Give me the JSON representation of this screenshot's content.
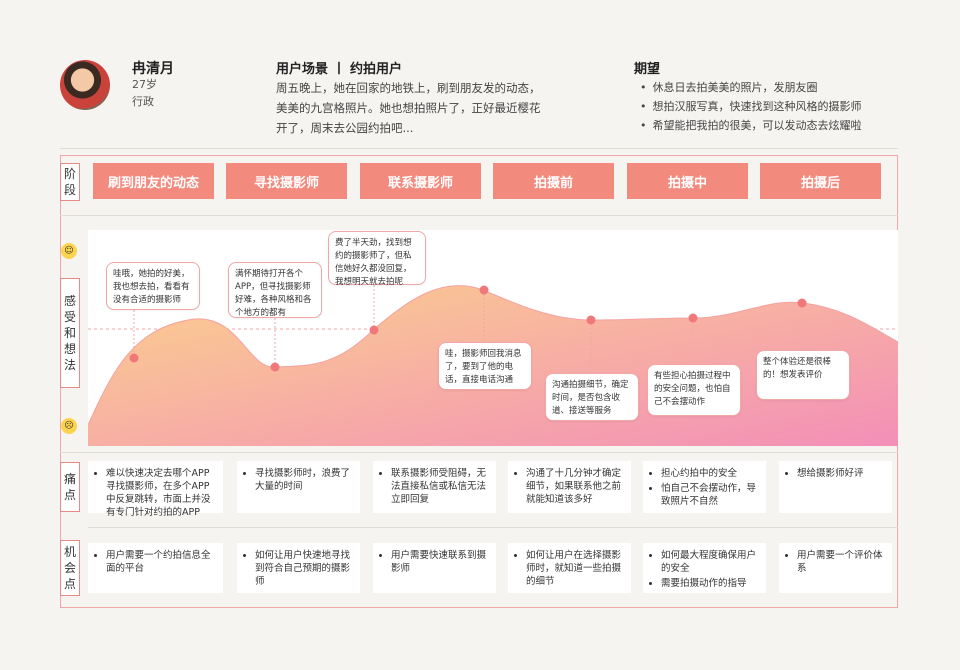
{
  "persona": {
    "name": "冉清月",
    "age": "27岁",
    "job": "行政"
  },
  "scenario": {
    "title": "用户场景 丨 约拍用户",
    "text": "周五晚上，她在回家的地铁上，刷到朋友发的动态，美美的九宫格照片。她也想拍照片了，正好最近樱花开了，周末去公园约拍吧..."
  },
  "expectations": {
    "title": "期望",
    "items": [
      "休息日去拍美美的照片，发朋友圈",
      "想拍汉服写真，快速找到这种风格的摄影师",
      "希望能把我拍的很美，可以发动态去炫耀啦"
    ]
  },
  "row_labels": {
    "stage": "阶段",
    "feeling": "感受和想法",
    "pain": "痛点",
    "opportunity": "机会点"
  },
  "stages": [
    "刷到朋友的动态",
    "寻找摄影师",
    "联系摄影师",
    "拍摄前",
    "拍摄中",
    "拍摄后"
  ],
  "feelings": [
    "哇哦，她拍的好美，我也想去拍，看看有没有合适的摄影师",
    "满怀期待打开各个APP，但寻找摄影师好难，各种风格和各个地方的都有",
    "费了半天劲，找到想约的摄影师了，但私信她好久都没回复，我想明天就去拍呢",
    "哇，摄影师回我消息了，要到了他的电话，直接电话沟通",
    "沟通拍摄细节，确定时间，是否包含收道、接送等服务",
    "有些担心拍摄过程中的安全问题，也怕自己不会摆动作",
    "整个体验还是很棒的！想发表评价"
  ],
  "pain_points": [
    [
      "难以快速决定去哪个APP寻找摄影师，在多个APP中反复跳转，市面上并没有专门针对约拍的APP"
    ],
    [
      "寻找摄影师时，浪费了大量的时间"
    ],
    [
      "联系摄影师受阻碍，无法直接私信或私信无法立即回复"
    ],
    [
      "沟通了十几分钟才确定细节，如果联系他之前就能知道该多好"
    ],
    [
      "担心约拍中的安全",
      "怕自己不会摆动作，导致照片不自然"
    ],
    [
      "想给摄影师好评"
    ]
  ],
  "opportunities": [
    [
      "用户需要一个约拍信息全面的平台"
    ],
    [
      "如何让用户快速地寻找到符合自己预期的摄影师"
    ],
    [
      "用户需要快速联系到摄影师"
    ],
    [
      "如何让用户在选择摄影师时，就知道一些拍摄的细节"
    ],
    [
      "如何最大程度确保用户的安全",
      "需要拍摄动作的指导"
    ],
    [
      "用户需要一个评价体系"
    ]
  ],
  "colors": {
    "accent": "#f38a7e",
    "curve_top": "#fbd08e",
    "curve_bottom": "#f38fb8",
    "dot": "#f0787a"
  },
  "icons": {
    "happy": "smile-face-icon",
    "sad": "frown-face-icon"
  }
}
